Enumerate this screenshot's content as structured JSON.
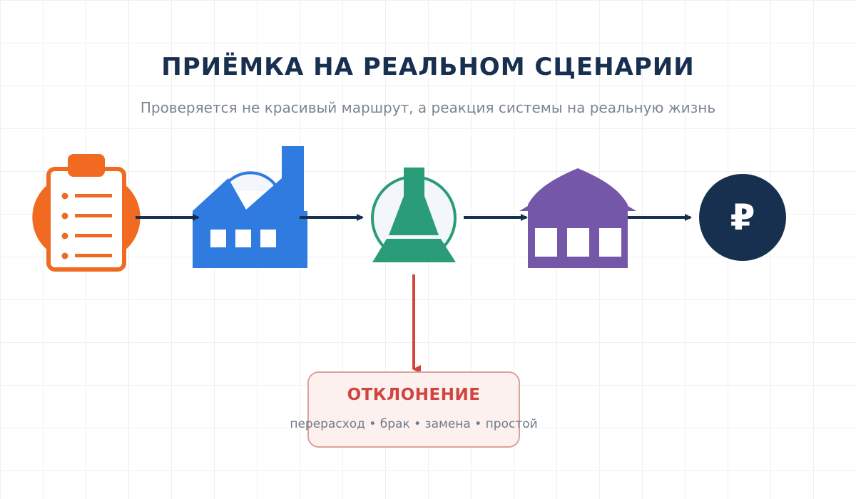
{
  "header": {
    "title": "ПРИЁМКА НА РЕАЛЬНОМ СЦЕНАРИИ",
    "subtitle": "Проверяется не красивый маршрут, а реакция системы на реальную жизнь"
  },
  "flow": {
    "steps": [
      {
        "icon": "clipboard-icon",
        "color": "#f06a22"
      },
      {
        "icon": "factory-icon",
        "color": "#2f7be0"
      },
      {
        "icon": "lab-flask-icon",
        "color": "#2a9d78"
      },
      {
        "icon": "warehouse-icon",
        "color": "#7457a8"
      },
      {
        "icon": "ruble-icon",
        "color": "#17304f",
        "symbol": "₽"
      }
    ],
    "arrow_color": "#17304f"
  },
  "deviation": {
    "title": "ОТКЛОНЕНИЕ",
    "items": "перерасход • брак • замена • простой",
    "color": "#d0453f"
  }
}
